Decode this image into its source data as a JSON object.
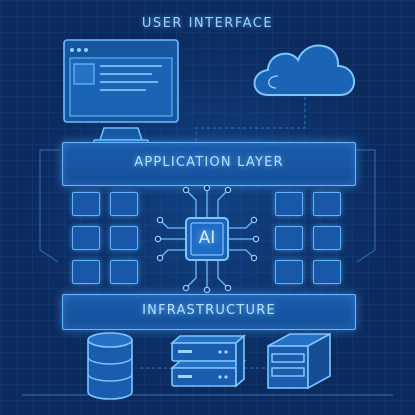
{
  "title": "USER INTERFACE",
  "layers": {
    "application": "APPLICATION LAYER",
    "infrastructure": "INFRASTRUCTURE"
  },
  "chip_label": "AI",
  "colors": {
    "background": "#0b2a5e",
    "accent": "#63b6ff",
    "fill": "#1a5cae",
    "text": "#b6e0ff"
  },
  "icons": [
    "monitor-icon",
    "cloud-icon",
    "ai-chip-icon",
    "database-icon",
    "server-rack-icon",
    "server-box-icon"
  ]
}
